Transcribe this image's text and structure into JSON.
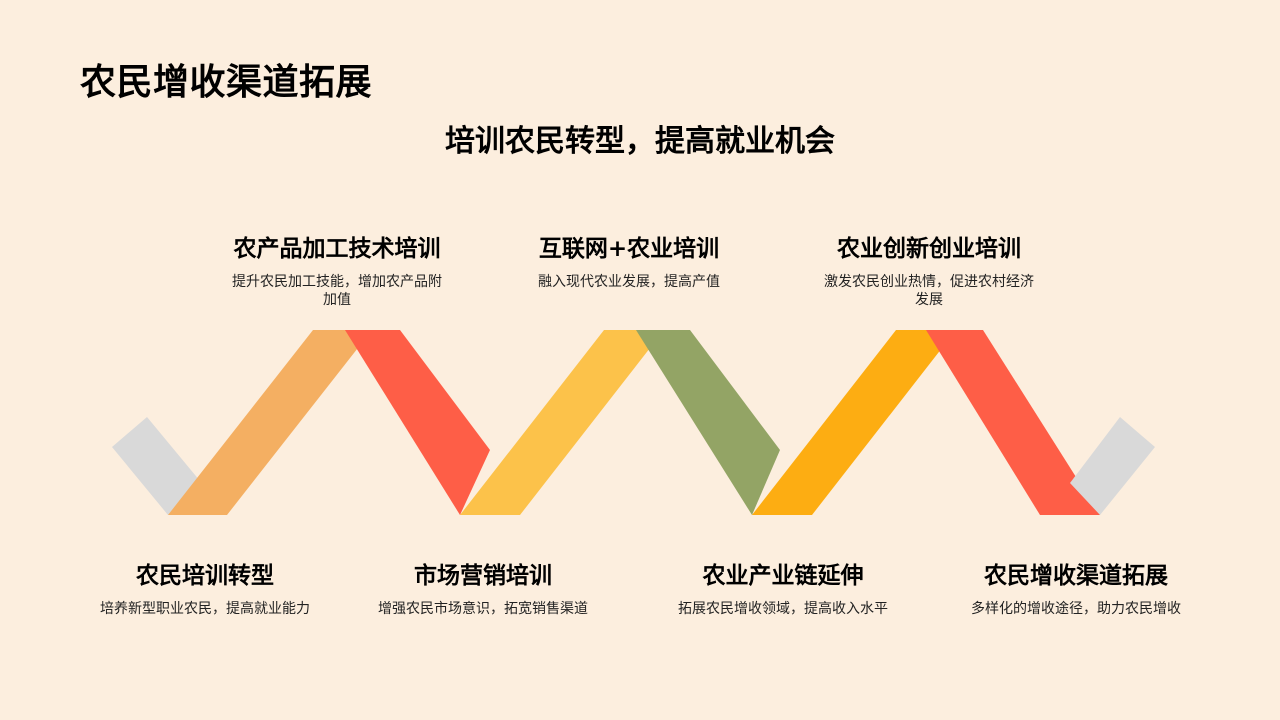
{
  "page": {
    "title": "农民增收渠道拓展",
    "subtitle": "培训农民转型，提高就业机会"
  },
  "colors": {
    "background": "#FCEEDE",
    "gray": "#D9D9D9",
    "orange": "#F4AF62",
    "red": "#FE5E47",
    "yellow": "#FCC24A",
    "olive": "#93A465",
    "amber": "#FDAD12"
  },
  "top_nodes": [
    {
      "title": "农产品加工技术培训",
      "desc": "提升农民加工技能，增加农产品附加值"
    },
    {
      "title": "互联网+农业培训",
      "desc": "融入现代农业发展，提高产值"
    },
    {
      "title": "农业创新创业培训",
      "desc": "激发农民创业热情，促进农村经济发展"
    }
  ],
  "bottom_nodes": [
    {
      "title": "农民培训转型",
      "desc": "培养新型职业农民，提高就业能力"
    },
    {
      "title": "市场营销培训",
      "desc": "增强农民市场意识，拓宽销售渠道"
    },
    {
      "title": "农业产业链延伸",
      "desc": "拓展农民增收领域，提高收入水平"
    },
    {
      "title": "农民增收渠道拓展",
      "desc": "多样化的增收途径，助力农民增收"
    }
  ]
}
